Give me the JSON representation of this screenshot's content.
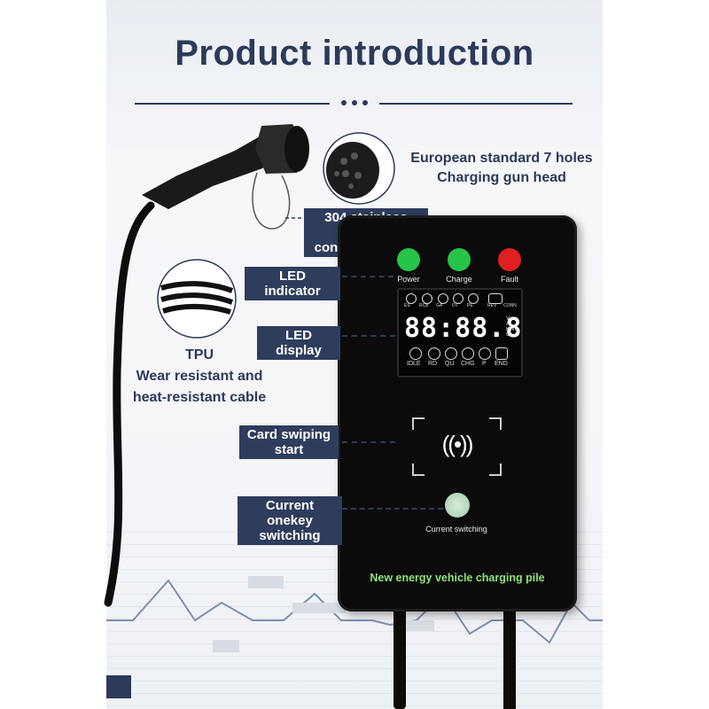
{
  "title": "Product introduction",
  "gun_head_caption": [
    "European standard 7 holes",
    "Charging gun head"
  ],
  "rope_tag": [
    "304 stainless steel",
    "connecting rope"
  ],
  "cable_caption": {
    "heading": "TPU",
    "lines": [
      "Wear resistant and",
      "heat-resistant cable"
    ]
  },
  "tags": {
    "led_indicator": "LED indicator",
    "led_display": "LED display",
    "card_swiping": [
      "Card swiping",
      "start"
    ],
    "current_switching": [
      "Current onekey",
      "switching"
    ]
  },
  "pile": {
    "leds": [
      {
        "label": "Power",
        "color": "#27c44a"
      },
      {
        "label": "Charge",
        "color": "#27c44a"
      },
      {
        "label": "Fault",
        "color": "#e02020"
      }
    ],
    "lcd": {
      "top_labels": [
        "ES",
        "RCB",
        "GA",
        "OT",
        "PE",
        "REV",
        "CONN"
      ],
      "digits": "88:88.8",
      "units": [
        "V",
        "A",
        "KWH",
        "C"
      ],
      "bottom_labels": [
        "IDLE",
        "RD",
        "QU",
        "CHG",
        "P",
        "END"
      ]
    },
    "nfc_symbol": "((•))",
    "button_label": "Current switching",
    "bottom_label": "New energy vehicle charging pile"
  },
  "colors": {
    "navy": "#2c3a5a",
    "tag_bg": "#2f3d5d",
    "pile_label": "#8ee37a"
  }
}
